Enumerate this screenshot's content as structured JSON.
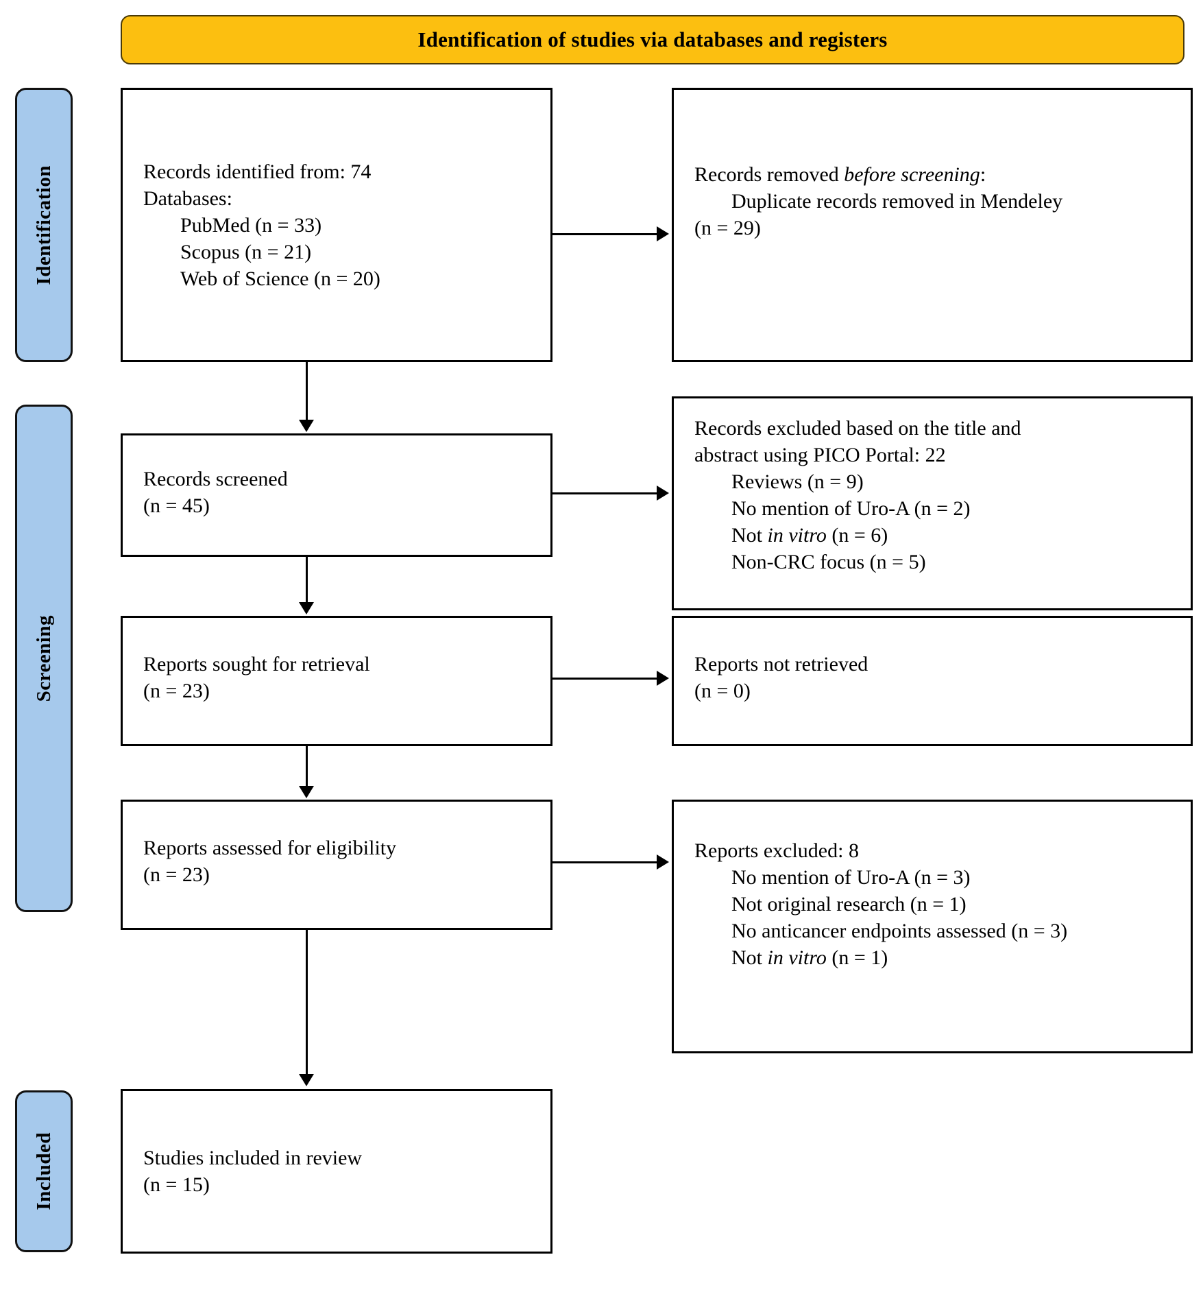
{
  "banner": {
    "title": "Identification of studies via databases and registers",
    "color": "#FCBF10"
  },
  "stages": {
    "identification": "Identification",
    "screening": "Screening",
    "included": "Included",
    "color": "#A6C9EC"
  },
  "boxes": {
    "identified": {
      "line1": "Records identified from: 74",
      "line2": "Databases:",
      "item1": "PubMed (n = 33)",
      "item2": "Scopus (n = 21)",
      "item3": "Web of Science (n = 20)"
    },
    "removed": {
      "line1_a": "Records removed ",
      "line1_it": "before screening",
      "line1_b": ":",
      "item1": "Duplicate records removed in Mendeley",
      "line3": "(n = 29)"
    },
    "screened": {
      "line1": "Records screened",
      "line2": "(n = 45)"
    },
    "excluded_title": {
      "line1": "Records excluded based on the title and",
      "line2": "abstract using PICO Portal: 22",
      "item1": "Reviews (n = 9)",
      "item2": "No mention of Uro-A (n = 2)",
      "item3_a": "Not ",
      "item3_it": "in vitro",
      "item3_b": " (n = 6)",
      "item4": "Non-CRC focus (n = 5)"
    },
    "sought": {
      "line1": "Reports sought for retrieval",
      "line2": "(n = 23)"
    },
    "not_retrieved": {
      "line1": "Reports not retrieved",
      "line2": "(n = 0)"
    },
    "assessed": {
      "line1": "Reports assessed for eligibility",
      "line2": "(n = 23)"
    },
    "reports_excluded": {
      "line1": "Reports excluded: 8",
      "item1": "No mention of Uro-A (n = 3)",
      "item2": "Not original research (n = 1)",
      "item3": "No anticancer endpoints assessed (n = 3)",
      "item4_a": "Not ",
      "item4_it": "in vitro",
      "item4_b": " (n = 1)"
    },
    "included": {
      "line1": "Studies included in review",
      "line2": "(n = 15)"
    }
  }
}
